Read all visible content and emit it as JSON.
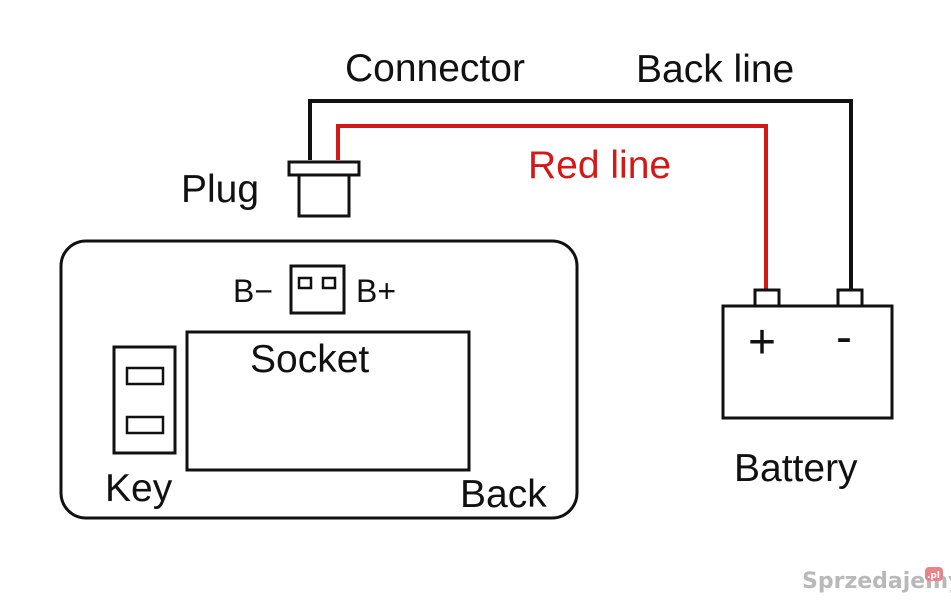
{
  "labels": {
    "connector": "Connector",
    "back_line": "Back line",
    "red_line": "Red line",
    "plug": "Plug",
    "b_minus": "B−",
    "b_plus": "B+",
    "socket": "Socket",
    "key": "Key",
    "back": "Back",
    "battery": "Battery",
    "battery_plus": "+",
    "battery_minus": "-"
  },
  "watermark": {
    "text": "Sprzedajemy",
    "suffix": ".pl"
  },
  "colors": {
    "line": "#111111",
    "red_line": "#d41818",
    "watermark_badge": "#d8333c"
  }
}
